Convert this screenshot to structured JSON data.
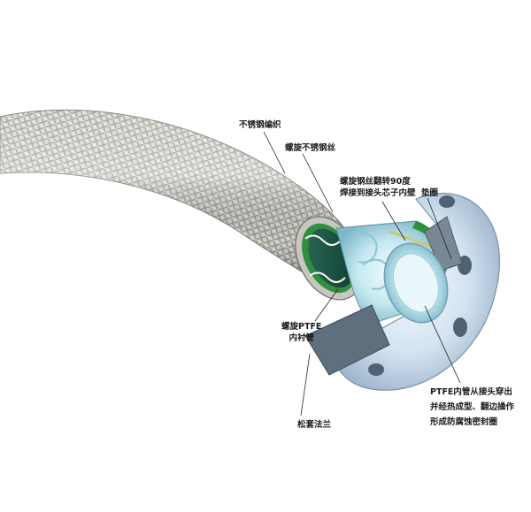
{
  "labels": {
    "braid": "不锈钢编织",
    "spiral_wire": "螺旋不锈钢丝",
    "weld": {
      "line1": "螺旋钢丝翻转90度",
      "line2": "焊接到接头芯子内壁"
    },
    "gasket": "垫圈",
    "liner": {
      "line1": "螺旋PTFE",
      "line2": "内衬管"
    },
    "flange": "松套法兰",
    "ptfe_seal": {
      "line1": "PTFE内管从接头穿出",
      "line2": "并经热成型、翻边操作",
      "line3": "形成防腐蚀密封圈"
    }
  },
  "colors": {
    "braid_light": "#e6e6e0",
    "braid_dark": "#8f8f88",
    "ptfe_green": "#2f8f3e",
    "flange_blue": "#d8e6f4",
    "core_cyan": "#bfe6ee",
    "leader": "#222222"
  }
}
